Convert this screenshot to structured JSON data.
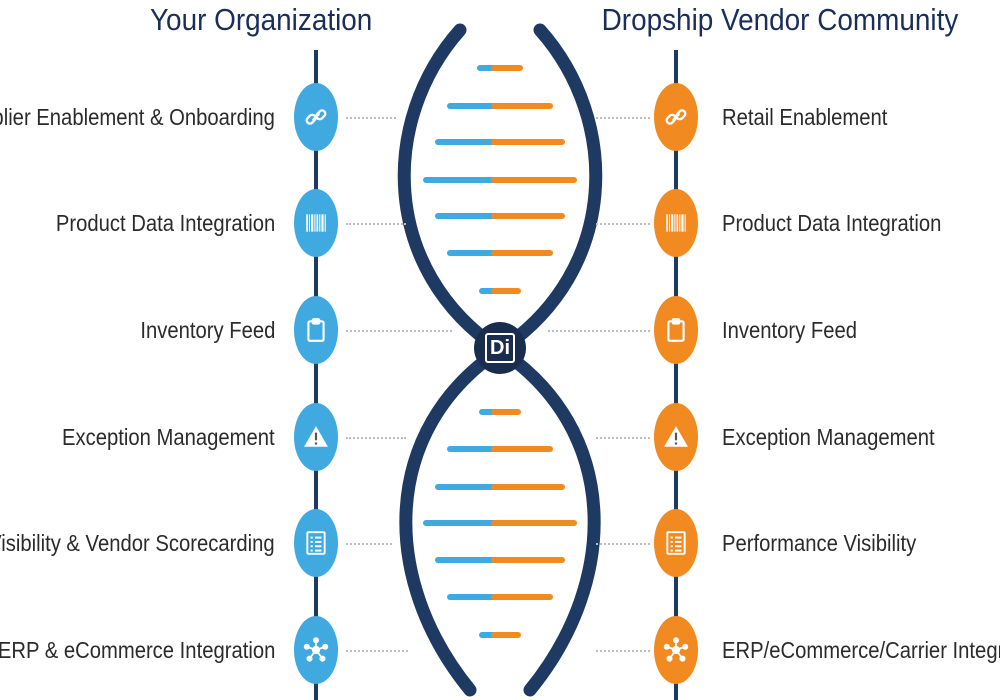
{
  "header": {
    "left_title": "Your Organization",
    "right_title": "Dropship Vendor Community"
  },
  "left_items": [
    {
      "label": "Supplier Enablement & Onboarding",
      "icon": "chain-link-icon"
    },
    {
      "label": "Product Data Integration",
      "icon": "barcode-icon"
    },
    {
      "label": "Inventory Feed",
      "icon": "clipboard-icon"
    },
    {
      "label": "Exception Management",
      "icon": "warning-icon"
    },
    {
      "label": "Visibility & Vendor Scorecarding",
      "icon": "checklist-icon"
    },
    {
      "label": "ERP & eCommerce Integration",
      "icon": "network-icon"
    }
  ],
  "right_items": [
    {
      "label": "Retail Enablement",
      "icon": "chain-link-icon"
    },
    {
      "label": "Product Data Integration",
      "icon": "barcode-icon"
    },
    {
      "label": "Inventory Feed",
      "icon": "clipboard-icon"
    },
    {
      "label": "Exception Management",
      "icon": "warning-icon"
    },
    {
      "label": "Performance Visibility",
      "icon": "checklist-icon"
    },
    {
      "label": "ERP/eCommerce/Carrier Integration",
      "icon": "network-icon"
    }
  ],
  "logo": {
    "text": "Di"
  },
  "colors": {
    "blue": "#3fa9e0",
    "orange": "#f28a22",
    "navy": "#1e3a63"
  }
}
